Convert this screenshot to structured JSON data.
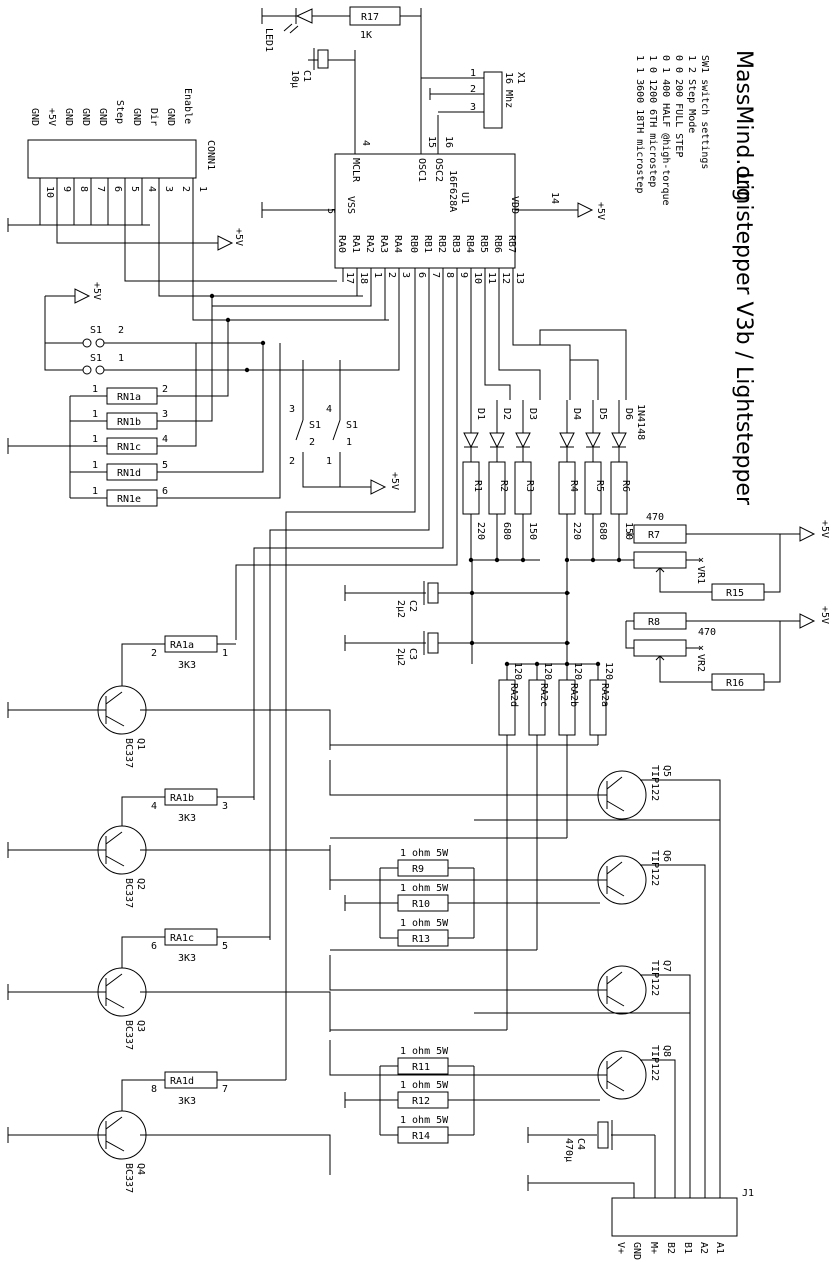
{
  "title": "MassMind.org",
  "subtitle": "Linistepper V3b / Lightstepper",
  "settings": {
    "heading": "SW1 switch settings",
    "col_header": "1 2 Step Mode",
    "rows": [
      "0 0  200  FULL STEP",
      "0 1  400  HALF @high-torque",
      "1 0 1200  6TH microstep",
      "1 1 3600 18TH microstep"
    ]
  },
  "conn1": {
    "name": "CONN1",
    "signals": [
      "GND",
      "+5V",
      "GND",
      "GND",
      "GND",
      "Step",
      "GND",
      "Dir",
      "GND",
      "Enable"
    ],
    "pins": [
      "10",
      "9",
      "8",
      "7",
      "6",
      "5",
      "4",
      "3",
      "2",
      "1"
    ]
  },
  "u1": {
    "name": "U1",
    "part": "16F628A",
    "left_pins": [
      "MCLR",
      "OSC1",
      "OSC2"
    ],
    "left_nums": [
      "4",
      "15",
      "16"
    ],
    "vss": "VSS",
    "vss_num": "5",
    "vdd": "VDD",
    "vdd_num": "14",
    "ports": [
      "RA0",
      "RA1",
      "RA2",
      "RA3",
      "RA4",
      "RB0",
      "RB1",
      "RB2",
      "RB3",
      "RB4",
      "RB5",
      "RB6",
      "RB7"
    ],
    "port_nums": [
      "17",
      "18",
      "1",
      "2",
      "3",
      "6",
      "7",
      "8",
      "9",
      "10",
      "11",
      "12",
      "13"
    ]
  },
  "supply": "+5V",
  "led": {
    "name": "LED1"
  },
  "r17": {
    "name": "R17",
    "value": "1K"
  },
  "c1": {
    "name": "C1",
    "value": "10µ"
  },
  "x1": {
    "name": "X1",
    "value": "16 Mhz",
    "pins": [
      "1",
      "2",
      "3"
    ]
  },
  "s1": {
    "name": "S1",
    "p1": "1",
    "p2": "2",
    "p3": "3",
    "p4": "4"
  },
  "rn1": {
    "names": [
      "RN1a",
      "RN1b",
      "RN1c",
      "RN1d",
      "RN1e"
    ],
    "left": [
      "1",
      "1",
      "1",
      "1",
      "1"
    ],
    "right": [
      "2",
      "3",
      "4",
      "5",
      "6"
    ]
  },
  "diodes": {
    "names": [
      "D1",
      "D2",
      "D3",
      "D4",
      "D5",
      "D6"
    ],
    "part": "1N4148"
  },
  "rset": {
    "names": [
      "R1",
      "R2",
      "R3",
      "R4",
      "R5",
      "R6"
    ],
    "values": [
      "220",
      "680",
      "150",
      "220",
      "680",
      "150"
    ]
  },
  "r7": {
    "name": "R7",
    "value": "470"
  },
  "r8": {
    "name": "R8",
    "value": "470"
  },
  "vr1": "VR1",
  "vr2": "VR2",
  "r15": "R15",
  "r16": "R16",
  "c2": {
    "name": "C2",
    "value": "2µ2"
  },
  "c3": {
    "name": "C3",
    "value": "2µ2"
  },
  "ra2": {
    "names": [
      "RA2d",
      "RA2c",
      "RA2b",
      "RA2a"
    ],
    "value": "120"
  },
  "ra1": [
    {
      "name": "RA1a",
      "l": "2",
      "r": "1",
      "value": "3K3"
    },
    {
      "name": "RA1b",
      "l": "4",
      "r": "3",
      "value": "3K3"
    },
    {
      "name": "RA1c",
      "l": "6",
      "r": "5",
      "value": "3K3"
    },
    {
      "name": "RA1d",
      "l": "8",
      "r": "7",
      "value": "3K3"
    }
  ],
  "q_small": {
    "names": [
      "Q1",
      "Q2",
      "Q3",
      "Q4"
    ],
    "part": "BC337"
  },
  "q_power": {
    "names": [
      "Q5",
      "Q6",
      "Q7",
      "Q8"
    ],
    "part": "TIP122"
  },
  "sense": {
    "names": [
      "R9",
      "R10",
      "R13",
      "R11",
      "R12",
      "R14"
    ],
    "value": "1 ohm 5W"
  },
  "c4": {
    "name": "C4",
    "value": "470µ"
  },
  "j1": {
    "name": "J1",
    "pins": [
      "V+",
      "GND",
      "M+",
      "B2",
      "B1",
      "A2",
      "A1"
    ]
  }
}
